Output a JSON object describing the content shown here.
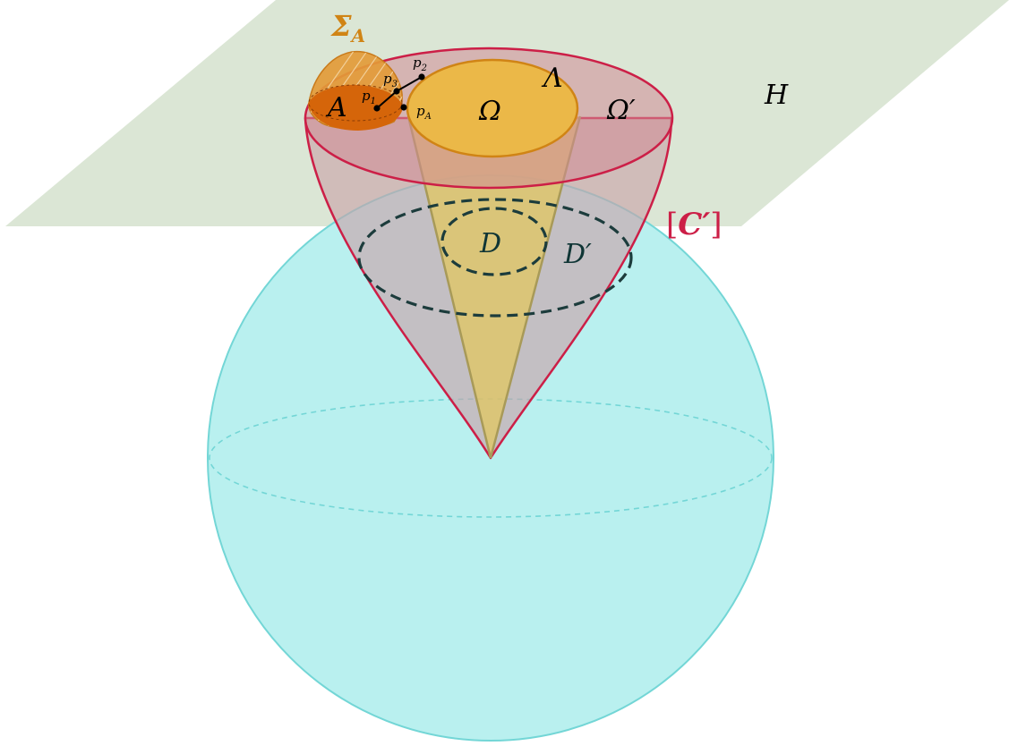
{
  "labels": {
    "sigma_a": "Σ",
    "sigma_a_sub": "A",
    "a": "A",
    "p1": "p",
    "p1_sub": "1",
    "p2": "p",
    "p2_sub": "2",
    "p3": "p",
    "p3_sub": "3",
    "pa": "p",
    "pa_sub": "A",
    "omega": "Ω",
    "lambda": "Λ",
    "omega_prime": "Ω′",
    "h": "H",
    "c_prime_open": "[",
    "c_prime": "C′",
    "c_prime_close": "]",
    "d": "D",
    "d_prime": "D′"
  },
  "colors": {
    "plane_fill": "#dbe6d5",
    "sphere_fill": "#b9f0ef",
    "sphere_stroke": "#73d6d6",
    "outer_cone_fill": "#c9a2a8",
    "outer_cone_stroke": "#cc1f47",
    "inner_cone_fill": "#e4c85a",
    "inner_disk_fill": "#ebb848",
    "inner_disk_stroke": "#d08415",
    "sigma_fill": "#e39b38",
    "a_fill": "#d5650a",
    "sigma_label": "#d08415",
    "d_ellipse_stroke": "#1c3c3c",
    "c_prime_label": "#cc1f47",
    "dark_label": "#0f3535"
  }
}
